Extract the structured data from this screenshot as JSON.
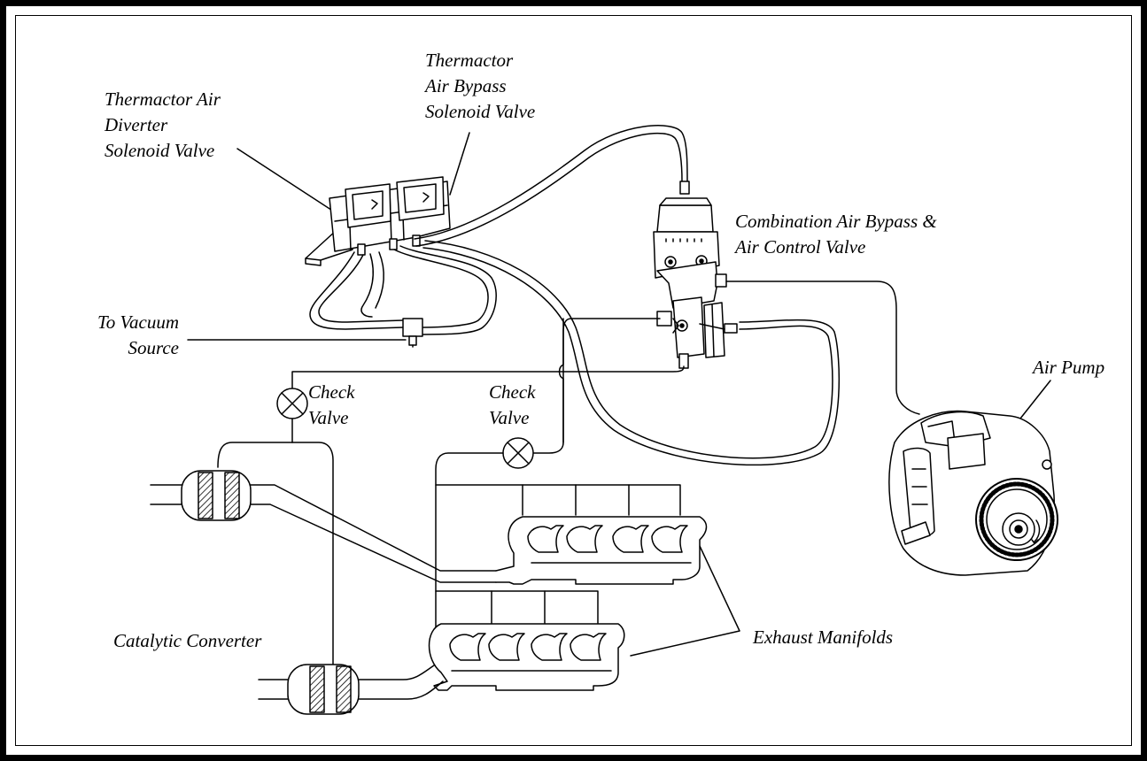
{
  "labels": {
    "diverter": [
      "Thermactor Air",
      "Diverter",
      "Solenoid Valve"
    ],
    "bypass": [
      "Thermactor",
      "Air Bypass",
      "Solenoid Valve"
    ],
    "combination": [
      "Combination Air Bypass &",
      "Air Control Valve"
    ],
    "vacuum": [
      "To Vacuum",
      "Source"
    ],
    "check_left": [
      "Check",
      "Valve"
    ],
    "check_mid": [
      "Check",
      "Valve"
    ],
    "air_pump": "Air Pump",
    "catalytic": "Catalytic  Converter",
    "exhaust": "Exhaust Manifolds"
  },
  "colors": {
    "ink": "#000000",
    "background": "#ffffff"
  }
}
